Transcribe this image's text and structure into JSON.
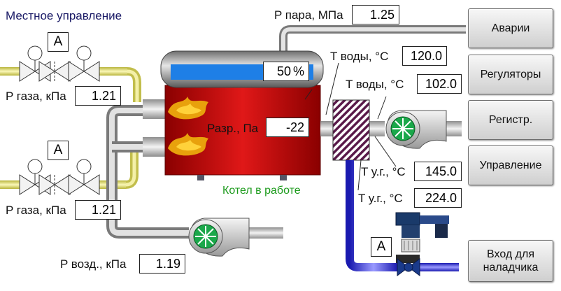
{
  "header": {
    "title": "Местное управление"
  },
  "colors": {
    "gas_pipe": "#e8e27a",
    "air_pipe": "#c8c8c8",
    "water_pipe": "#4444dd",
    "boiler": "#c81010",
    "drum": "#9a9a9a",
    "level": "#1e7fe6"
  },
  "steam": {
    "label": "P пара, МПа",
    "value": "1.25"
  },
  "drum_level": {
    "value": "50",
    "unit": "%",
    "fraction": 0.5
  },
  "gas_line_1": {
    "mode": "A",
    "label": "P газа, кПа",
    "value": "1.21"
  },
  "gas_line_2": {
    "mode": "A",
    "label": "P газа, кПа",
    "value": "1.21"
  },
  "air": {
    "label": "P возд., кПа",
    "value": "1.19"
  },
  "furnace": {
    "label": "Разр., Па",
    "value": "-22"
  },
  "boiler_status": "Котел в работе",
  "water_in": {
    "label": "T воды, °C",
    "value": "120.0"
  },
  "water_out": {
    "label": "T воды, °C",
    "value": "102.0"
  },
  "flue_gas_1": {
    "label": "T у.г., °C",
    "value": "145.0"
  },
  "flue_gas_2": {
    "label": "T у.г., °C",
    "value": "224.0"
  },
  "feed_valve": {
    "mode": "A"
  },
  "nav": {
    "alarms": "Аварии",
    "regulators": "Регуляторы",
    "registers": "Регистр.",
    "control": "Управление",
    "adjuster_login": "Вход для наладчика"
  },
  "icons": {
    "burner": "flame-icon",
    "fan": "fan-icon",
    "valve": "valve-icon",
    "actuator": "actuator-icon"
  }
}
